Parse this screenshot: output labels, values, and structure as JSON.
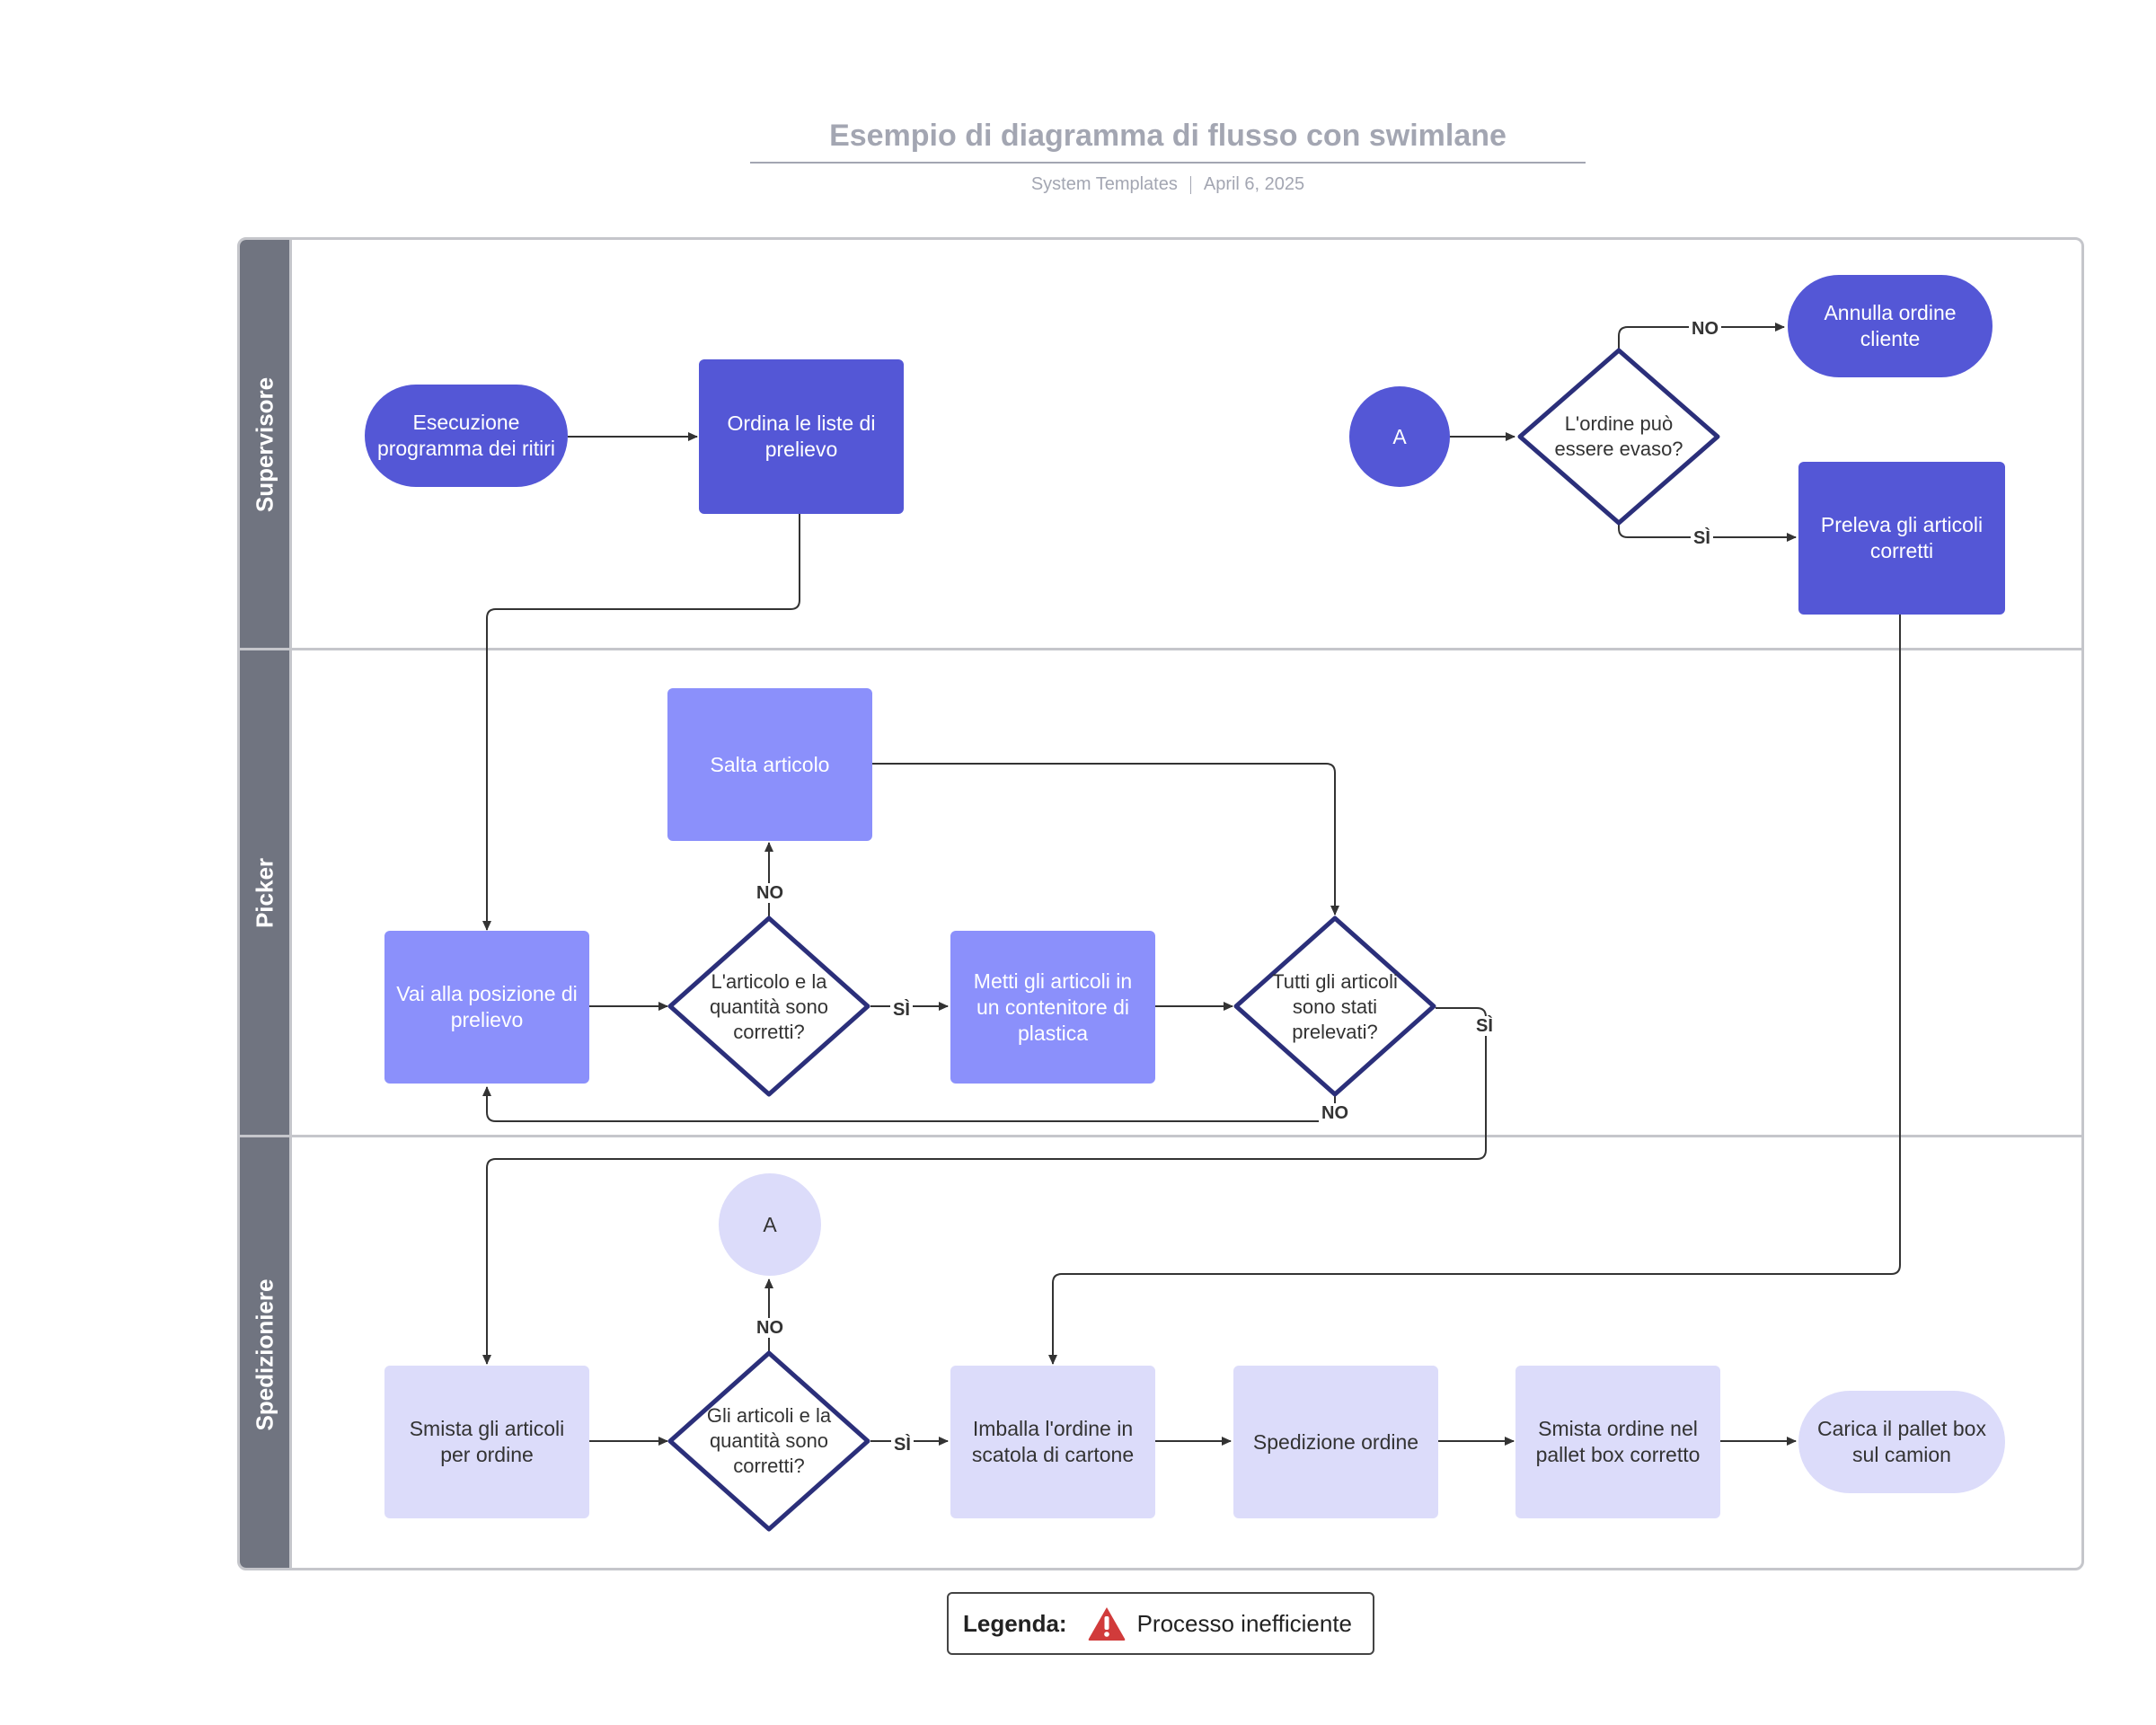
{
  "header": {
    "title": "Esempio di diagramma di flusso con swimlane",
    "source": "System Templates",
    "date": "April 6, 2025"
  },
  "lanes": [
    "Supervisore",
    "Picker",
    "Spedizioniere"
  ],
  "nodes": {
    "esecuzione": "Esecuzione programma dei ritiri",
    "ordina": "Ordina le liste di prelievo",
    "connettore_a_top": "A",
    "ordine_evaso": "L'ordine può essere evaso?",
    "annulla": "Annulla ordine cliente",
    "preleva": "Preleva gli articoli corretti",
    "salta": "Salta articolo",
    "vai": "Vai alla posizione di prelievo",
    "articolo_corretti": "L'articolo e la quantità sono corretti?",
    "metti": "Metti gli articoli in un contenitore di plastica",
    "tutti": "Tutti gli articoli sono stati prelevati?",
    "connettore_a_bottom": "A",
    "smista": "Smista gli articoli per ordine",
    "gli_articoli": "Gli articoli e la quantità sono corretti?",
    "imballa": "Imballa l'ordine in scatola di cartone",
    "spedizione": "Spedizione ordine",
    "smista_pallet": "Smista ordine nel pallet box corretto",
    "carica": "Carica il pallet box sul camion"
  },
  "edge_labels": {
    "no": "NO",
    "si": "SÌ"
  },
  "legend": {
    "title": "Legenda:",
    "item": "Processo inefficiente",
    "icon": "warning-icon",
    "icon_color": "#d13b3b"
  },
  "colors": {
    "dark": "#5457d6",
    "mid": "#8b90fb",
    "light": "#dcdcfa",
    "diamond_stroke": "#2b2f7a",
    "lane_header": "#707480"
  }
}
